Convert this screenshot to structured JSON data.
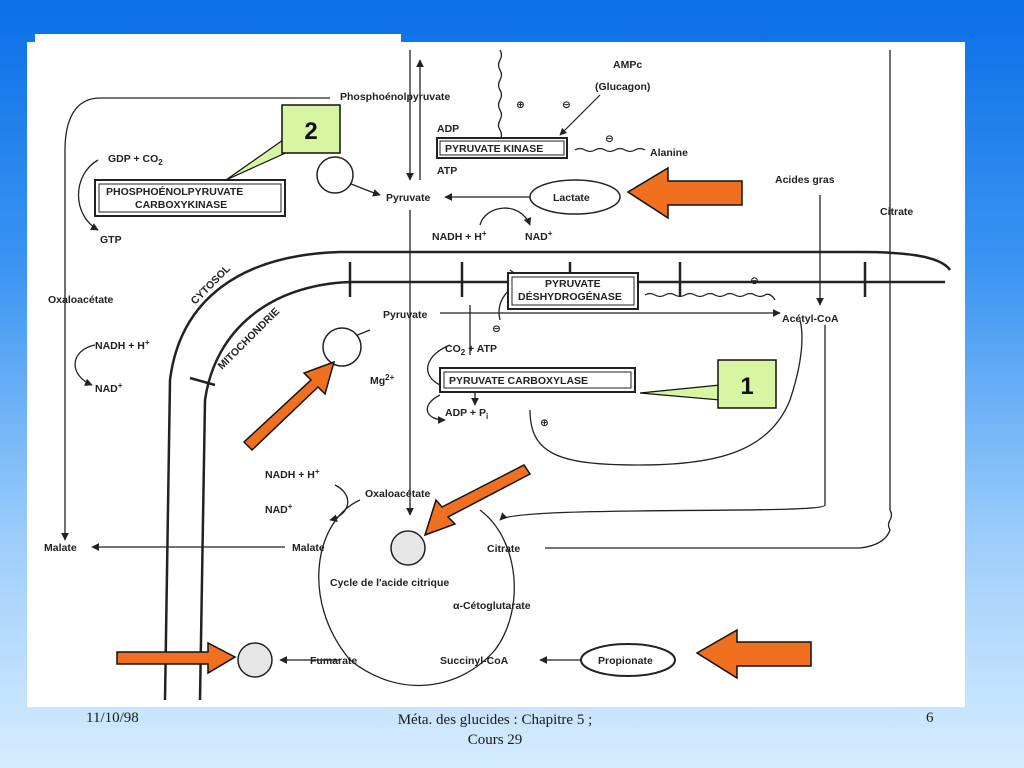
{
  "diagram": {
    "labels": {
      "phosphoenolpyruvate": "Phosphoénolpyruvate",
      "ampc": "AMPc",
      "glucagon": "(Glucagon)",
      "plus1": "⊕",
      "minus1": "⊖",
      "adp1": "ADP",
      "atp1": "ATP",
      "pyruvate_kinase": "PYRUVATE KINASE",
      "minus2": "⊖",
      "alanine": "Alanine",
      "gdp_co2": "GDP + CO",
      "gdp_sub": "2",
      "pepck_line1": "PHOSPHOÉNOLPYRUVATE",
      "pepck_line2": "CARBOXYKINASE",
      "gtp": "GTP",
      "pyruvate_cyto": "Pyruvate",
      "lactate": "Lactate",
      "acides_gras": "Acides gras",
      "citrate_cyto": "Citrate",
      "nadh_h_1": "NADH + H",
      "nadh_h_1_sup": "+",
      "nad_1": "NAD",
      "nad_1_sup": "+",
      "cytosol": "CYTOSOL",
      "mitochondrie": "MITOCHONDRIE",
      "pdh_line1": "PYRUVATE",
      "pdh_line2": "DÉSHYDROGÉNASE",
      "minus3": "⊖",
      "minus4": "⊖",
      "oxaloacetate_cyto": "Oxaloacétate",
      "nadh_h_2": "NADH + H",
      "nadh_h_2_sup": "+",
      "nad_2": "NAD",
      "nad_2_sup": "+",
      "pyruvate_mito": "Pyruvate",
      "acetyl_coa": "Acétyl-CoA",
      "co2_atp": "CO",
      "co2_atp_sub": "2",
      "co2_atp_rest": " + ATP",
      "mg": "Mg",
      "mg_sup": "2+",
      "pyruvate_carboxylase": "PYRUVATE CARBOXYLASE",
      "adp_pi": "ADP + P",
      "adp_pi_sub": "i",
      "plus2": "⊕",
      "nadh_h_3": "NADH + H",
      "nadh_h_3_sup": "+",
      "nad_3": "NAD",
      "nad_3_sup": "+",
      "oxaloacetate_mito": "Oxaloacétate",
      "malate_cyto": "Malate",
      "malate_mito": "Malate",
      "citrate_mito": "Citrate",
      "cycle": "Cycle de l'acide citrique",
      "alpha_ketoglutarate": "α-Cétoglutarate",
      "fumarate": "Fumarate",
      "succinyl_coa": "Succinyl-CoA",
      "propionate": "Propionate"
    },
    "callouts": {
      "one": "1",
      "two": "2"
    },
    "colors": {
      "arrow_fill": "#f07020",
      "arrow_stroke": "#111111",
      "callout_fill": "#d8f5a2"
    }
  },
  "footer": {
    "date": "11/10/98",
    "title_line1": "Méta. des glucides : Chapitre 5 ;",
    "title_line2": "Cours 29",
    "page": "6"
  }
}
